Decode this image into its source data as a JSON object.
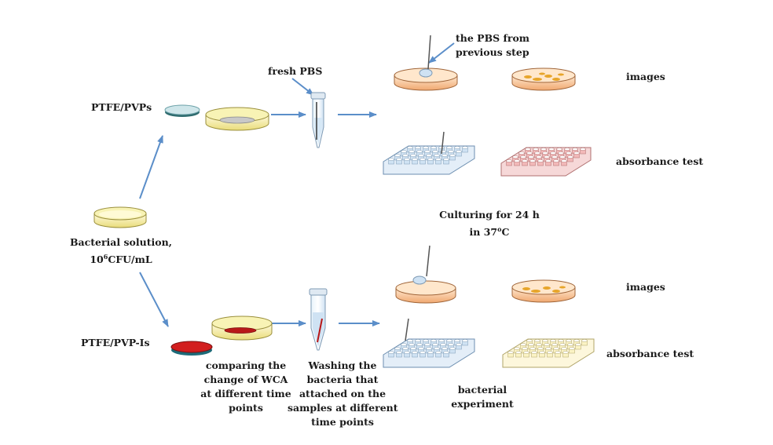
{
  "labels": {
    "ptfe_pvps": "PTFE/PVPs",
    "ptfe_pvp_is": "PTFE/PVP-Is",
    "bacterial_solution_1": "Bacterial solution,",
    "bacterial_solution_2_base": "10",
    "bacterial_solution_2_sup": "6",
    "bacterial_solution_2_unit": "CFU/mL",
    "fresh_pbs": "fresh PBS",
    "pbs_prev_1": "the PBS from",
    "pbs_prev_2": "previous step",
    "images_top": "images",
    "absorbance_top": "absorbance test",
    "culturing_1": "Culturing for 24 h",
    "culturing_2_pre": "in 37",
    "culturing_2_sup": "o",
    "culturing_2_post": "C",
    "images_bottom": "images",
    "absorbance_bottom": "absorbance test",
    "comparing_1": "comparing the",
    "comparing_2": "change of WCA",
    "comparing_3": "at different time",
    "comparing_4": "points",
    "washing_1": "Washing the",
    "washing_2": "bacteria that",
    "washing_3": "attached on the",
    "washing_4": "samples at different",
    "washing_5": "time points",
    "bacterial_exp_1": "bacterial",
    "bacterial_exp_2": "experiment"
  },
  "colors": {
    "arrow": "#5b8ec9",
    "dish_yellow": "#f6f0a8",
    "dish_orange": "#f8d2a8",
    "sample_disc_top": "#cfe6ea",
    "sample_disc_bottom": "#d21e1e",
    "plate_blue": "#cfe2f3",
    "plate_pink": "#f2b8b8",
    "plate_yellow": "#fbf3c4"
  }
}
